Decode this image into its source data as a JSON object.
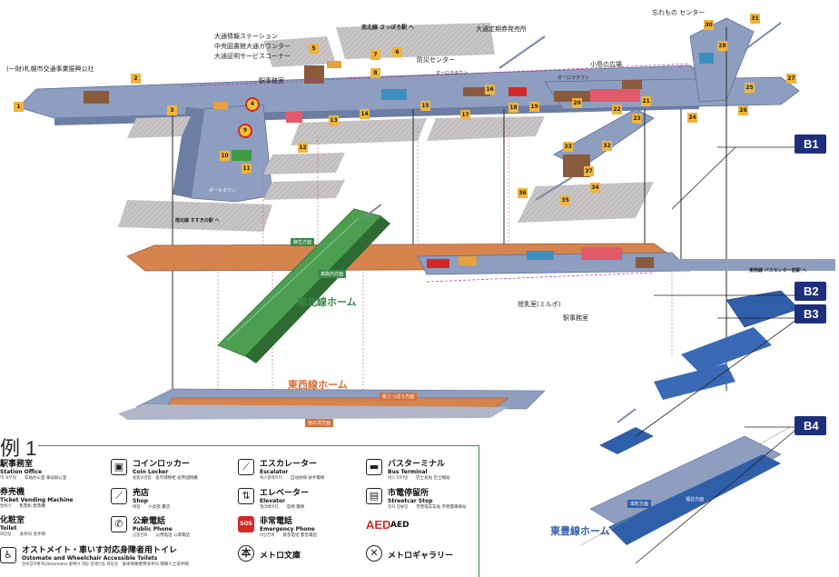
{
  "floors": [
    "B1",
    "B2",
    "B3",
    "B4"
  ],
  "top_labels": {
    "exit_31": "31",
    "lost_and_found": "忘れもの センター",
    "odori_info": "大通情報ステーション",
    "chuo_library": "中央図書館大通カウンター",
    "odori_certificate": "大通証明サービスコーナー",
    "transport_corp": "(一財)札幌市交通事業振興公社",
    "station_office": "駅事務室",
    "to_sapporo": "南北線 さっぽろ駅 へ",
    "odori_pass_sales": "大通定期券発売所",
    "disaster_center": "防災センター",
    "komichi_plaza": "小鳥の広場",
    "aurora_town": "オーロラタウン",
    "aurora_town_2": "オーロラタウン",
    "pole_town": "ポールタウン",
    "to_susukino": "南北線 すすきの駅 へ",
    "to_bus_center": "東西線 バスセンター前駅 へ",
    "nursing_room": "授乳室(ミルポ)",
    "station_office_2": "駅事務室"
  },
  "platforms": {
    "nanboku": "南北線ホーム",
    "tozai": "東西線ホーム",
    "toho": "東豊線ホーム"
  },
  "directions": {
    "asabu": "麻生方面",
    "makomanai": "真駒内方面",
    "miyanosawa": "宮の沢方面",
    "shin_sapporo": "新さっぽろ方面",
    "sakaemachi": "栄町方面",
    "fukuzumi": "福住方面"
  },
  "exits": [
    "1",
    "2",
    "3",
    "4",
    "5",
    "6",
    "7",
    "8",
    "9",
    "10",
    "11",
    "12",
    "13",
    "14",
    "15",
    "16",
    "17",
    "18",
    "19",
    "20",
    "21",
    "22",
    "23",
    "24",
    "25",
    "26",
    "27",
    "28",
    "30",
    "31",
    "32",
    "33",
    "34",
    "35",
    "36",
    "37"
  ],
  "highlighted_exits": [
    "4",
    "9"
  ],
  "legend": {
    "title": "例 1",
    "items": [
      {
        "ja": "駅事務室",
        "en": "Station Office",
        "sub": "역 사무실　　车站办公室 車站辦公室"
      },
      {
        "ja": "券売機",
        "en": "Ticket Vending Machine",
        "sub": "발매기　　售票机 售票機"
      },
      {
        "ja": "化粧室",
        "en": "Toilet",
        "sub": "화장실　　洗手间 洗手間"
      },
      {
        "ja": "コインロッカー",
        "en": "Coin Locker",
        "sub": "물품보관함　投币储物柜 投幣儲物櫃"
      },
      {
        "ja": "売店",
        "en": "Shop",
        "sub": "매점　　小卖部 賣店"
      },
      {
        "ja": "公衆電話",
        "en": "Public Phone",
        "sub": "공중전화　　公用电话 公眾電話"
      },
      {
        "ja": "エスカレーター",
        "en": "Escalator",
        "sub": "에스컬레이터　　自动扶梯 扶手電梯"
      },
      {
        "ja": "エレベーター",
        "en": "Elevator",
        "sub": "엘리베이터　　电梯 電梯"
      },
      {
        "ja": "非常電話",
        "en": "Emergency Phone",
        "sub": "비상전화　　紧急电话 緊急電話"
      },
      {
        "ja": "バスターミナル",
        "en": "Bus Terminal",
        "sub": "버스 터미널　　巴士总站 巴士總站"
      },
      {
        "ja": "市電停留所",
        "en": "Streetcar Stop",
        "sub": "전차 정류장　　市营电车车站 市營電車車站"
      },
      {
        "ja": "AED",
        "en": "",
        "sub": ""
      },
      {
        "ja": "オストメイト・車いす対応身障者用トイレ",
        "en": "Ostomate and Wheelchair Accessible Toilets",
        "sub": "장루장치환자(Ostomate)·휠체어 대응 장애인용 화장실　身体残障者用洗手间 殘障人士洗手間"
      },
      {
        "ja": "メトロ文庫",
        "en": "",
        "sub": ""
      },
      {
        "ja": "メトロギャラリー",
        "en": "",
        "sub": ""
      }
    ],
    "icons": [
      "station-office-icon",
      "ticket-machine-icon",
      "toilet-icon",
      "coin-locker-icon",
      "shop-icon",
      "public-phone-icon",
      "escalator-icon",
      "elevator-icon",
      "emergency-phone-icon",
      "bus-icon",
      "streetcar-icon",
      "aed-icon",
      "accessible-toilet-icon",
      "metro-library-icon",
      "metro-gallery-icon"
    ],
    "icon_glyphs": {
      "sos": "SOS",
      "aed": "AED",
      "book": "本"
    }
  },
  "colors": {
    "concourse": "#7d8fb0",
    "nanboku_green": "#3a8a4a",
    "tozai_orange": "#d6703a",
    "toho_blue": "#2f5fa8",
    "exit_yellow": "#f1b43a",
    "floor_tag": "#1e2f7a",
    "highlight_red": "#d62828"
  }
}
